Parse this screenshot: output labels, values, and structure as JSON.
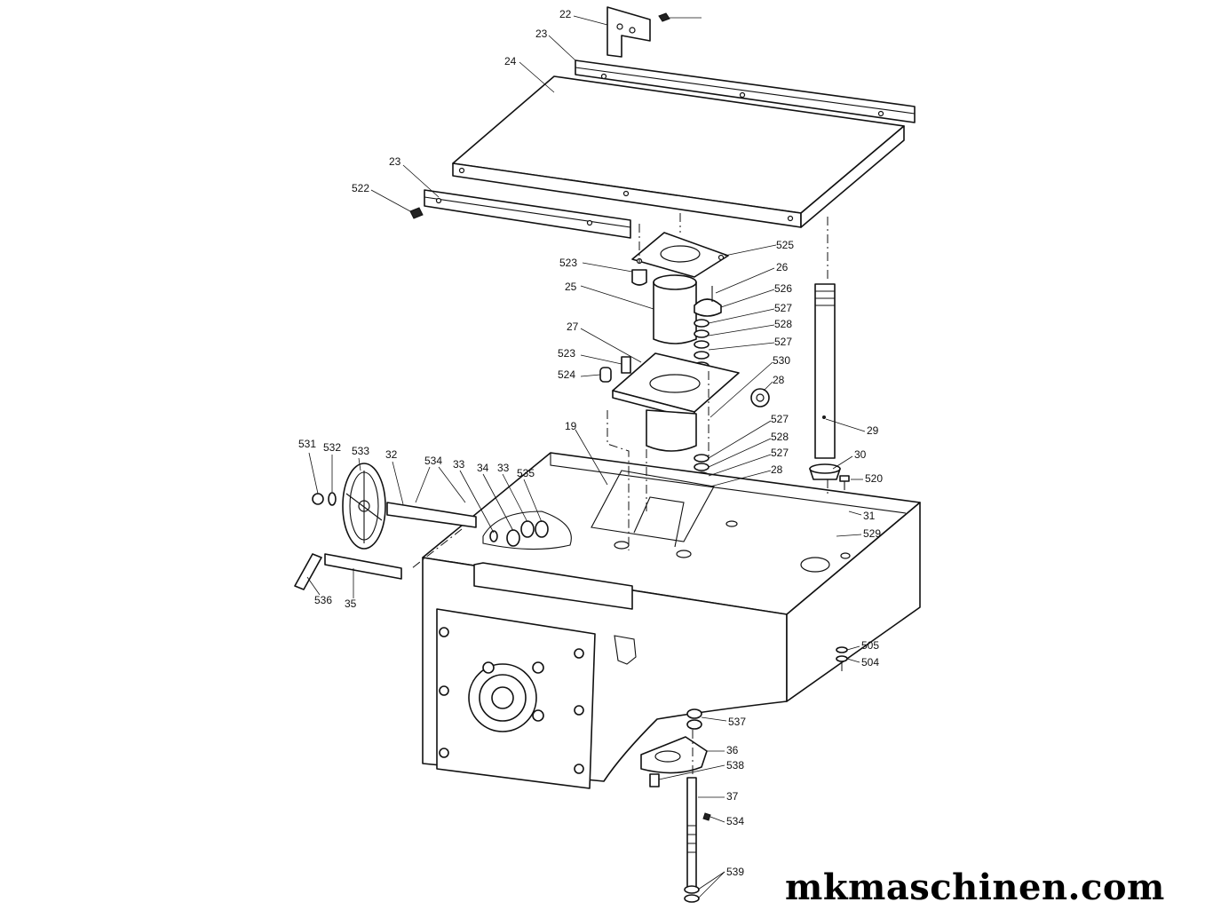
{
  "labels": [
    {
      "text": "22"
    },
    {
      "text": "23"
    },
    {
      "text": "24"
    },
    {
      "text": "23"
    },
    {
      "text": "522"
    },
    {
      "text": "525"
    },
    {
      "text": "26"
    },
    {
      "text": "526"
    },
    {
      "text": "527"
    },
    {
      "text": "528"
    },
    {
      "text": "527"
    },
    {
      "text": "523"
    },
    {
      "text": "25"
    },
    {
      "text": "27"
    },
    {
      "text": "523"
    },
    {
      "text": "524"
    },
    {
      "text": "530"
    },
    {
      "text": "28"
    },
    {
      "text": "29"
    },
    {
      "text": "527"
    },
    {
      "text": "528"
    },
    {
      "text": "527"
    },
    {
      "text": "28"
    },
    {
      "text": "30"
    },
    {
      "text": "520"
    },
    {
      "text": "31"
    },
    {
      "text": "529"
    },
    {
      "text": "19"
    },
    {
      "text": "531"
    },
    {
      "text": "532"
    },
    {
      "text": "533"
    },
    {
      "text": "32"
    },
    {
      "text": "534"
    },
    {
      "text": "33"
    },
    {
      "text": "34"
    },
    {
      "text": "33"
    },
    {
      "text": "535"
    },
    {
      "text": "536"
    },
    {
      "text": "35"
    },
    {
      "text": "505"
    },
    {
      "text": "504"
    },
    {
      "text": "537"
    },
    {
      "text": "36"
    },
    {
      "text": "538"
    },
    {
      "text": "37"
    },
    {
      "text": "534"
    },
    {
      "text": "539"
    }
  ],
  "watermark": "mkmaschinen.com"
}
